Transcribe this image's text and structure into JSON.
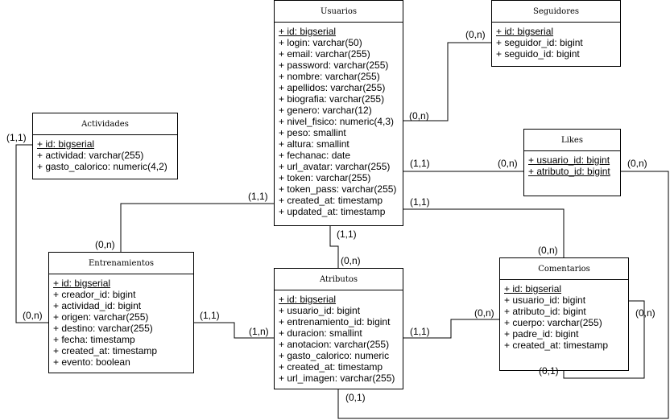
{
  "entities": {
    "usuarios": {
      "title": "Usuarios",
      "attributes": [
        {
          "text": "+ id: bigserial",
          "pk": true
        },
        {
          "text": "+ login: varchar(50)",
          "pk": false
        },
        {
          "text": "+ email: varchar(255)",
          "pk": false
        },
        {
          "text": "+ password: varchar(255)",
          "pk": false
        },
        {
          "text": "+ nombre: varchar(255)",
          "pk": false
        },
        {
          "text": "+ apellidos: varchar(255)",
          "pk": false
        },
        {
          "text": "+ biografia: varchar(255)",
          "pk": false
        },
        {
          "text": "+ genero: varchar(12)",
          "pk": false
        },
        {
          "text": "+ nivel_fisico: numeric(4,3)",
          "pk": false
        },
        {
          "text": "+ peso: smallint",
          "pk": false
        },
        {
          "text": "+ altura: smallint",
          "pk": false
        },
        {
          "text": "+ fechanac: date",
          "pk": false
        },
        {
          "text": "+ url_avatar: varchar(255)",
          "pk": false
        },
        {
          "text": "+ token: varchar(255)",
          "pk": false
        },
        {
          "text": "+ token_pass: varchar(255)",
          "pk": false
        },
        {
          "text": "+ created_at: timestamp",
          "pk": false
        },
        {
          "text": "+ updated_at: timestamp",
          "pk": false
        }
      ]
    },
    "seguidores": {
      "title": "Seguidores",
      "attributes": [
        {
          "text": "+ id: bigserial",
          "pk": true
        },
        {
          "text": "+ seguidor_id: bigint",
          "pk": false
        },
        {
          "text": "+ seguido_id: bigint",
          "pk": false
        }
      ]
    },
    "actividades": {
      "title": "Actividades",
      "attributes": [
        {
          "text": "+ id: bigserial",
          "pk": true
        },
        {
          "text": "+ actividad: varchar(255)",
          "pk": false
        },
        {
          "text": "+ gasto_calorico: numeric(4,2)",
          "pk": false
        }
      ]
    },
    "likes": {
      "title": "Likes",
      "attributes": [
        {
          "text": "+ usuario_id: bigint",
          "pk": true
        },
        {
          "text": "+ atributo_id: bigint",
          "pk": true
        }
      ]
    },
    "entrenamientos": {
      "title": "Entrenamientos",
      "attributes": [
        {
          "text": "+ id: bigserial",
          "pk": true
        },
        {
          "text": "+ creador_id: bigint",
          "pk": false
        },
        {
          "text": "+ actividad_id: bigint",
          "pk": false
        },
        {
          "text": "+ origen: varchar(255)",
          "pk": false
        },
        {
          "text": "+ destino: varchar(255)",
          "pk": false
        },
        {
          "text": "+ fecha: timestamp",
          "pk": false
        },
        {
          "text": "+ created_at: timestamp",
          "pk": false
        },
        {
          "text": "+ evento: boolean",
          "pk": false
        }
      ]
    },
    "atributos": {
      "title": "Atributos",
      "attributes": [
        {
          "text": "+ id: bigserial",
          "pk": true
        },
        {
          "text": "+ usuario_id: bigint",
          "pk": false
        },
        {
          "text": "+ entrenamiento_id: bigint",
          "pk": false
        },
        {
          "text": "+ duracion: smallint",
          "pk": false
        },
        {
          "text": "+ anotacion: varchar(255)",
          "pk": false
        },
        {
          "text": "+ gasto_calorico: numeric",
          "pk": false
        },
        {
          "text": "+ created_at: timestamp",
          "pk": false
        },
        {
          "text": "+ url_imagen: varchar(255)",
          "pk": false
        }
      ]
    },
    "comentarios": {
      "title": "Comentarios",
      "attributes": [
        {
          "text": "+ id: bigserial",
          "pk": true
        },
        {
          "text": "+ usuario_id: bigint",
          "pk": false
        },
        {
          "text": "+ atributo_id: bigint",
          "pk": false
        },
        {
          "text": "+ cuerpo: varchar(255)",
          "pk": false
        },
        {
          "text": "+ padre_id: bigint",
          "pk": false
        },
        {
          "text": "+ created_at: timestamp",
          "pk": false
        }
      ]
    }
  },
  "relationships": [
    {
      "name": "usuarios-seguidores",
      "cardinalities": [
        "(0,n)",
        "(0,n)"
      ]
    },
    {
      "name": "usuarios-likes",
      "cardinalities": [
        "(1,1)",
        "(0,n)"
      ]
    },
    {
      "name": "usuarios-comentarios",
      "cardinalities": [
        "(1,1)",
        "(0,n)"
      ]
    },
    {
      "name": "usuarios-entrenamientos",
      "cardinalities": [
        "(1,1)",
        "(0,n)"
      ]
    },
    {
      "name": "usuarios-atributos",
      "cardinalities": [
        "(1,1)",
        "(0,n)"
      ]
    },
    {
      "name": "actividades-entrenamientos",
      "cardinalities": [
        "(1,1)",
        "(0,n)"
      ]
    },
    {
      "name": "entrenamientos-atributos",
      "cardinalities": [
        "(1,1)",
        "(1,n)"
      ]
    },
    {
      "name": "atributos-comentarios",
      "cardinalities": [
        "(1,1)",
        "(0,n)"
      ]
    },
    {
      "name": "comentarios-self",
      "cardinalities": [
        "(0,1)",
        "(0,n)"
      ]
    },
    {
      "name": "atributos-likes",
      "cardinalities": [
        "(0,1)",
        "(0,n)"
      ]
    }
  ]
}
